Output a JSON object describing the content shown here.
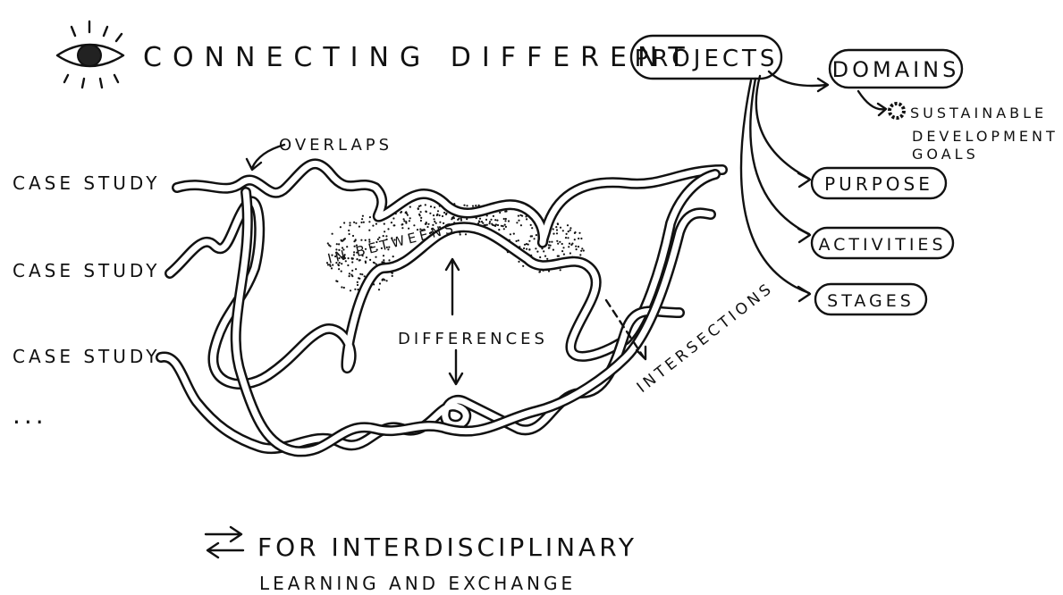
{
  "title": "CONNECTING DIFFERENT",
  "projects_label": "PROJECTS",
  "domains_label": "DOMAINS",
  "sdg_line1": "SUSTAINABLE",
  "sdg_line2": "DEVELOPMENT",
  "sdg_line3": "GOALS",
  "purpose_label": "PURPOSE",
  "activities_label": "ACTIVITIES",
  "stages_label": "STAGES",
  "overlaps_label": "OVERLAPS",
  "in_betweens_label": "IN BETWEENS",
  "differences_label": "DIFFERENCES",
  "intersections_label": "INTERSECTIONS",
  "case_studies": [
    "CASE STUDY",
    "CASE STUDY",
    "CASE STUDY"
  ],
  "ellipsis": "...",
  "footer_line1": "FOR INTERDISCIPLINARY",
  "footer_line2": "LEARNING AND EXCHANGE",
  "icons": [
    "eye-icon",
    "exchange-arrows-icon",
    "sdg-wheel-icon"
  ]
}
